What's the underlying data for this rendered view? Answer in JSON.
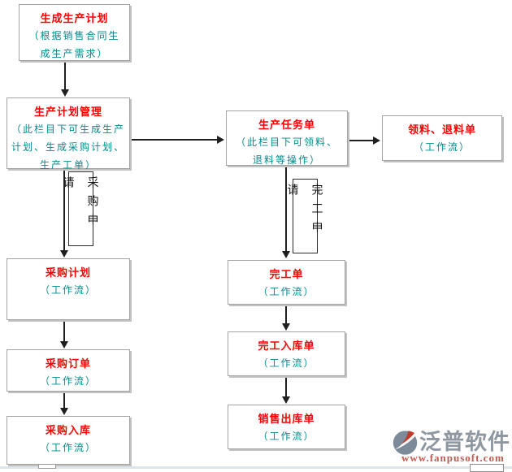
{
  "diagram": {
    "nodes": {
      "generate_plan": {
        "title": "生成生产计划",
        "subtitle": "（根据销售合同生成生产需求）"
      },
      "plan_management": {
        "title": "生产计划管理",
        "subtitle": "（此栏目下可生成生产计划、生成采购计划、生产工单）"
      },
      "production_task": {
        "title": "生产任务单",
        "subtitle": "（此栏目下可领料、退料等操作）"
      },
      "material_requisition": {
        "title": "领料、退料单",
        "subtitle": "（工作流）"
      },
      "purchase_plan": {
        "title": "采购计划",
        "subtitle": "（工作流）"
      },
      "purchase_order": {
        "title": "采购订单",
        "subtitle": "（工作流）"
      },
      "purchase_inbound": {
        "title": "采购入库",
        "subtitle": "（工作流）"
      },
      "completion_order": {
        "title": "完工单",
        "subtitle": "（工作流）"
      },
      "completion_inbound": {
        "title": "完工入库单",
        "subtitle": "（工作流）"
      },
      "sales_outbound": {
        "title": "销售出库单",
        "subtitle": "（工作流）"
      }
    },
    "edge_labels": {
      "purchase_request": "采购申请",
      "completion_request": "完工申请"
    },
    "edges": [
      {
        "from": "generate_plan",
        "to": "plan_management"
      },
      {
        "from": "plan_management",
        "to": "production_task"
      },
      {
        "from": "plan_management",
        "to": "purchase_plan",
        "label": "采购申请"
      },
      {
        "from": "production_task",
        "to": "material_requisition"
      },
      {
        "from": "production_task",
        "to": "completion_order",
        "label": "完工申请"
      },
      {
        "from": "purchase_plan",
        "to": "purchase_order"
      },
      {
        "from": "purchase_order",
        "to": "purchase_inbound"
      },
      {
        "from": "completion_order",
        "to": "completion_inbound"
      },
      {
        "from": "completion_inbound",
        "to": "sales_outbound"
      }
    ],
    "colors": {
      "node_title": "#ff0000",
      "node_subtitle": "#008b8b",
      "node_border": "#a3a3a3",
      "connector": "#1f1f1f"
    }
  },
  "watermark": {
    "brand": "泛普软件",
    "url": "www.fanpusoft.com"
  }
}
